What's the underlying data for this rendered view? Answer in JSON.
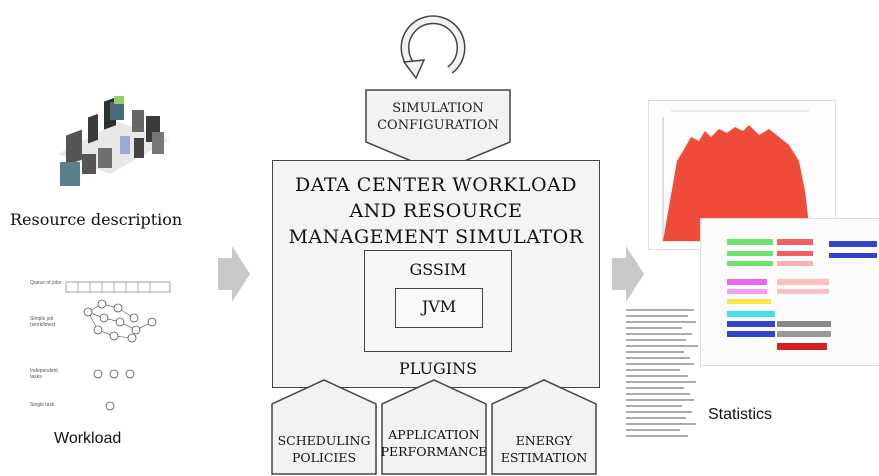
{
  "left": {
    "resource_label": "Resource description",
    "workload_label": "Workload",
    "workload_sidebar": [
      "Queue of jobs",
      "Simple job (workflows)",
      "Independent tasks",
      "Single task"
    ]
  },
  "top": {
    "config_line1": "SIMULATION",
    "config_line2": "CONFIGURATION"
  },
  "center": {
    "title_line1": "DATA CENTER WORKLOAD",
    "title_line2": "AND RESOURCE",
    "title_line3": "MANAGEMENT SIMULATOR",
    "gssim": "GSSIM",
    "jvm": "JVM",
    "plugins": "PLUGINS"
  },
  "plugins": [
    {
      "line1": "SCHEDULING",
      "line2": "POLICIES"
    },
    {
      "line1": "APPLICATION",
      "line2": "PERFORMANCE"
    },
    {
      "line1": "ENERGY",
      "line2": "ESTIMATION"
    }
  ],
  "right": {
    "statistics_label": "Statistics"
  },
  "colors": {
    "box_fill": "#f4f4f4",
    "arrow_fill": "#c9c9c9",
    "chart_red": "#f04a3a",
    "bar_green": "#6de36d",
    "bar_red": "#f06060",
    "bar_blue": "#3344cc",
    "bar_magenta": "#ee66ee",
    "bar_cyan": "#44ddee",
    "bar_yellow": "#f5e94a"
  }
}
